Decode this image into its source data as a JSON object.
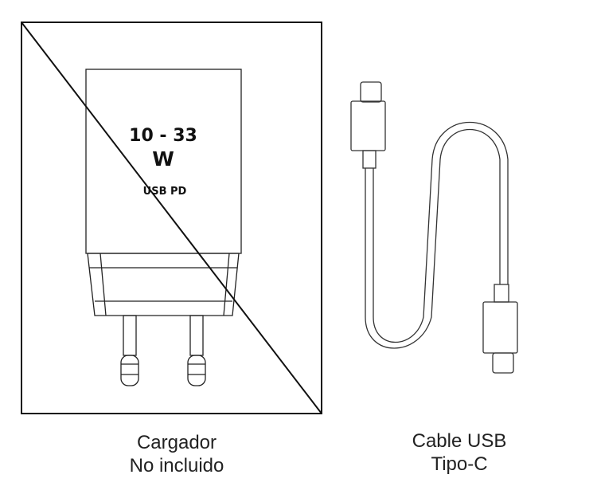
{
  "charger": {
    "power_range": "10 - 33",
    "unit": "W",
    "protocol": "USB PD",
    "caption_line1": "Cargador",
    "caption_line2": "No incluido"
  },
  "cable": {
    "caption_line1": "Cable USB",
    "caption_line2": "Tipo-C"
  },
  "colors": {
    "stroke": "#111111",
    "outline": "#222222",
    "background": "#ffffff"
  }
}
